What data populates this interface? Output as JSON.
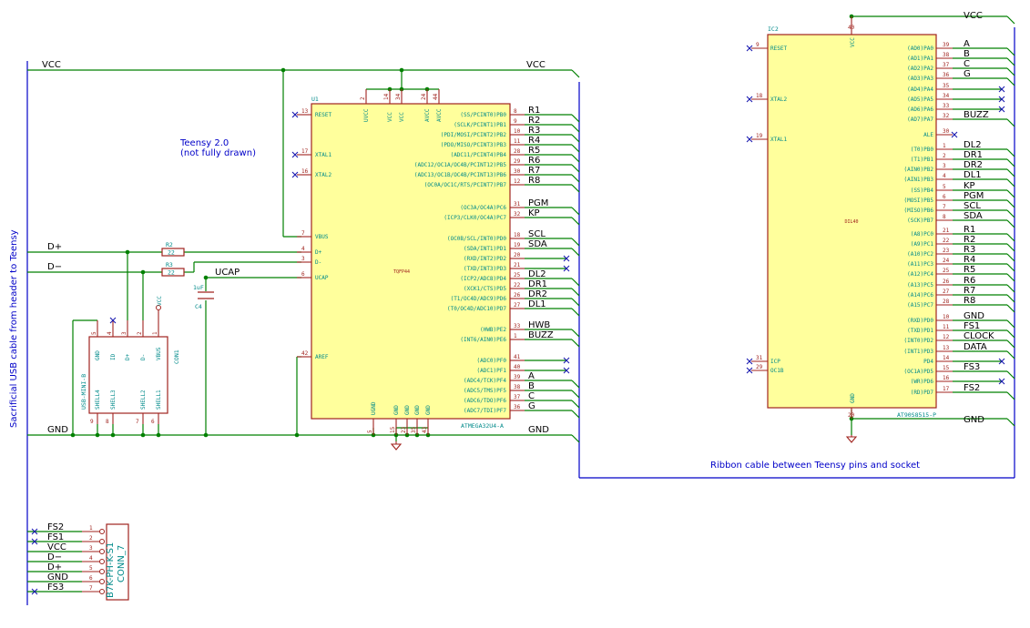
{
  "notes": {
    "teensy": "Teensy 2.0",
    "teensy_sub": "(not fully drawn)",
    "ribbon": "Ribbon cable between Teensy pins and socket",
    "usb_cable": "Sacrificial USB cable from header to Teensy"
  },
  "nets": {
    "vcc": "VCC",
    "gnd": "GND",
    "dplus": "D+",
    "dminus": "D−",
    "ucap": "UCAP"
  },
  "u1": {
    "ref": "U1",
    "value": "ATMEGA32U4-A",
    "center": "TQFP44",
    "top_pins": [
      {
        "num": "2",
        "name": "UVCC"
      },
      {
        "num": "14",
        "name": "VCC"
      },
      {
        "num": "34",
        "name": "VCC"
      },
      {
        "num": "24",
        "name": "AVCC"
      },
      {
        "num": "44",
        "name": "AVCC"
      }
    ],
    "bottom_pins": [
      {
        "num": "5",
        "name": "UGND"
      },
      {
        "num": "15",
        "name": "GND"
      },
      {
        "num": "23",
        "name": "GND"
      },
      {
        "num": "35",
        "name": "GND"
      },
      {
        "num": "43",
        "name": "GND"
      }
    ],
    "left_pins": [
      {
        "num": "13",
        "name": "RESET",
        "nc": true
      },
      {
        "num": "17",
        "name": "XTAL1",
        "nc": true
      },
      {
        "num": "16",
        "name": "XTAL2",
        "nc": true
      },
      {
        "num": "7",
        "name": "VBUS"
      },
      {
        "num": "4",
        "name": "D+"
      },
      {
        "num": "3",
        "name": "D-"
      },
      {
        "num": "6",
        "name": "UCAP"
      },
      {
        "num": "42",
        "name": "AREF"
      }
    ],
    "right_pins": [
      {
        "num": "8",
        "name": "(SS/PCINT0)PB0",
        "net": "R1"
      },
      {
        "num": "9",
        "name": "(SCLK/PCINT1)PB1",
        "net": "R2"
      },
      {
        "num": "10",
        "name": "(PDI/MOSI/PCINT2)PB2",
        "net": "R3"
      },
      {
        "num": "11",
        "name": "(PDO/MISO/PCINT3)PB3",
        "net": "R4"
      },
      {
        "num": "28",
        "name": "(ADC11/PCINT4)PB4",
        "net": "R5"
      },
      {
        "num": "29",
        "name": "(ADC12/OC1A/OC4B/PCINT12)PB5",
        "net": "R6"
      },
      {
        "num": "30",
        "name": "(ADC13/OC1B/OC4B/PCINT13)PB6",
        "net": "R7"
      },
      {
        "num": "12",
        "name": "(OC0A/OC1C/RTS/PCINT7)PB7",
        "net": "R8"
      },
      {
        "num": "31",
        "name": "(OC3A/OC4A)PC6",
        "net": "PGM"
      },
      {
        "num": "32",
        "name": "(ICP3/CLK0/OC4A)PC7",
        "net": "KP"
      },
      {
        "num": "18",
        "name": "(OC0B/SCL/INT0)PD0",
        "net": "SCL"
      },
      {
        "num": "19",
        "name": "(SDA/INT1)PD1",
        "net": "SDA"
      },
      {
        "num": "20",
        "name": "(RXD/INT2)PD2",
        "net": ""
      },
      {
        "num": "21",
        "name": "(TXD/INT3)PD3",
        "net": ""
      },
      {
        "num": "25",
        "name": "(ICP2/ADC8)PD4",
        "net": "DL2"
      },
      {
        "num": "22",
        "name": "(XCK1/CTS)PD5",
        "net": "DR1"
      },
      {
        "num": "26",
        "name": "(T1/OC4D/ADC9)PD6",
        "net": "DR2"
      },
      {
        "num": "27",
        "name": "(T0/OC4D/ADC10)PD7",
        "net": "DL1"
      },
      {
        "num": "33",
        "name": "(HWB)PE2",
        "net": "HWB"
      },
      {
        "num": "1",
        "name": "(INT6/AIN0)PE6",
        "net": "BUZZ"
      },
      {
        "num": "41",
        "name": "(ADC0)PF0",
        "net": ""
      },
      {
        "num": "40",
        "name": "(ADC1)PF1",
        "net": ""
      },
      {
        "num": "39",
        "name": "(ADC4/TCK)PF4",
        "net": "A"
      },
      {
        "num": "38",
        "name": "(ADC5/TMS)PF5",
        "net": "B"
      },
      {
        "num": "37",
        "name": "(ADC6/TDO)PF6",
        "net": "C"
      },
      {
        "num": "36",
        "name": "(ADC7/TDI)PF7",
        "net": "G"
      }
    ]
  },
  "ic2": {
    "ref": "IC2",
    "value": "AT90S8515-P",
    "center": "DIL40",
    "vcc_pin": {
      "num": "40",
      "name": "VCC"
    },
    "gnd_pin": {
      "num": "20",
      "name": "GND"
    },
    "left_pins": [
      {
        "num": "9",
        "name": "RESET"
      },
      {
        "num": "18",
        "name": "XTAL2"
      },
      {
        "num": "19",
        "name": "XTAL1"
      },
      {
        "num": "31",
        "name": "ICP"
      },
      {
        "num": "29",
        "name": "OC1B"
      }
    ],
    "right_pins": [
      {
        "num": "39",
        "name": "(AD0)PA0",
        "net": "A"
      },
      {
        "num": "38",
        "name": "(AD1)PA1",
        "net": "B"
      },
      {
        "num": "37",
        "name": "(AD2)PA2",
        "net": "C"
      },
      {
        "num": "36",
        "name": "(AD3)PA3",
        "net": "G"
      },
      {
        "num": "35",
        "name": "(AD4)PA4",
        "net": ""
      },
      {
        "num": "34",
        "name": "(AD5)PA5",
        "net": ""
      },
      {
        "num": "33",
        "name": "(AD6)PA6",
        "net": ""
      },
      {
        "num": "32",
        "name": "(AD7)PA7",
        "net": "BUZZ"
      },
      {
        "num": "30",
        "name": "ALE",
        "net": ""
      },
      {
        "num": "1",
        "name": "(T0)PB0",
        "net": "DL2"
      },
      {
        "num": "2",
        "name": "(T1)PB1",
        "net": "DR1"
      },
      {
        "num": "3",
        "name": "(AIN0)PB2",
        "net": "DR2"
      },
      {
        "num": "4",
        "name": "(AIN1)PB3",
        "net": "DL1"
      },
      {
        "num": "5",
        "name": "(SS)PB4",
        "net": "KP"
      },
      {
        "num": "6",
        "name": "(MOSI)PB5",
        "net": "PGM"
      },
      {
        "num": "7",
        "name": "(MISO)PB6",
        "net": "SCL"
      },
      {
        "num": "8",
        "name": "(SCK)PB7",
        "net": "SDA"
      },
      {
        "num": "21",
        "name": "(A8)PC0",
        "net": "R1"
      },
      {
        "num": "22",
        "name": "(A9)PC1",
        "net": "R2"
      },
      {
        "num": "23",
        "name": "(A10)PC2",
        "net": "R3"
      },
      {
        "num": "24",
        "name": "(A11)PC3",
        "net": "R4"
      },
      {
        "num": "25",
        "name": "(A12)PC4",
        "net": "R5"
      },
      {
        "num": "26",
        "name": "(A13)PC5",
        "net": "R6"
      },
      {
        "num": "27",
        "name": "(A14)PC6",
        "net": "R7"
      },
      {
        "num": "28",
        "name": "(A15)PC7",
        "net": "R8"
      },
      {
        "num": "10",
        "name": "(RXD)PD0",
        "net": "GND"
      },
      {
        "num": "11",
        "name": "(TXD)PD1",
        "net": "FS1"
      },
      {
        "num": "12",
        "name": "(INT0)PD2",
        "net": "CLOCK"
      },
      {
        "num": "13",
        "name": "(INT1)PD3",
        "net": "DATA"
      },
      {
        "num": "14",
        "name": "PD4",
        "net": ""
      },
      {
        "num": "15",
        "name": "(OC1A)PD5",
        "net": "FS3"
      },
      {
        "num": "16",
        "name": "(WR)PD6",
        "net": ""
      },
      {
        "num": "17",
        "name": "(RD)PD7",
        "net": "FS2"
      }
    ]
  },
  "r2": {
    "ref": "R2",
    "value": "22"
  },
  "r3": {
    "ref": "R3",
    "value": "22"
  },
  "c4": {
    "ref": "C4",
    "value": "1uF"
  },
  "con1": {
    "ref": "CON1",
    "value": "USB-MINI-B",
    "pin_names": [
      "GND",
      "ID",
      "D+",
      "D-",
      "VBUS"
    ],
    "pin_nums": [
      "5",
      "4",
      "3",
      "2",
      "1"
    ],
    "shield_names": [
      "SHELL4",
      "SHELL3",
      "SHELL2",
      "SHELL1"
    ],
    "shield_nums": [
      "9",
      "8",
      "7",
      "6"
    ],
    "vcc_label": "VCC"
  },
  "conn7": {
    "ref": "CONN_7",
    "value": "B7K-PH-K-S1",
    "pins": [
      {
        "num": "1",
        "net": "FS2"
      },
      {
        "num": "2",
        "net": "FS1"
      },
      {
        "num": "3",
        "net": "VCC"
      },
      {
        "num": "4",
        "net": "D−"
      },
      {
        "num": "5",
        "net": "D+"
      },
      {
        "num": "6",
        "net": "GND"
      },
      {
        "num": "7",
        "net": "FS3"
      }
    ]
  },
  "colors": {
    "wire": "#008000",
    "pin": "#a0231e",
    "ic_fill": "#ffff9c",
    "pin_text": "#008a8a",
    "bus": "#0000c8"
  }
}
